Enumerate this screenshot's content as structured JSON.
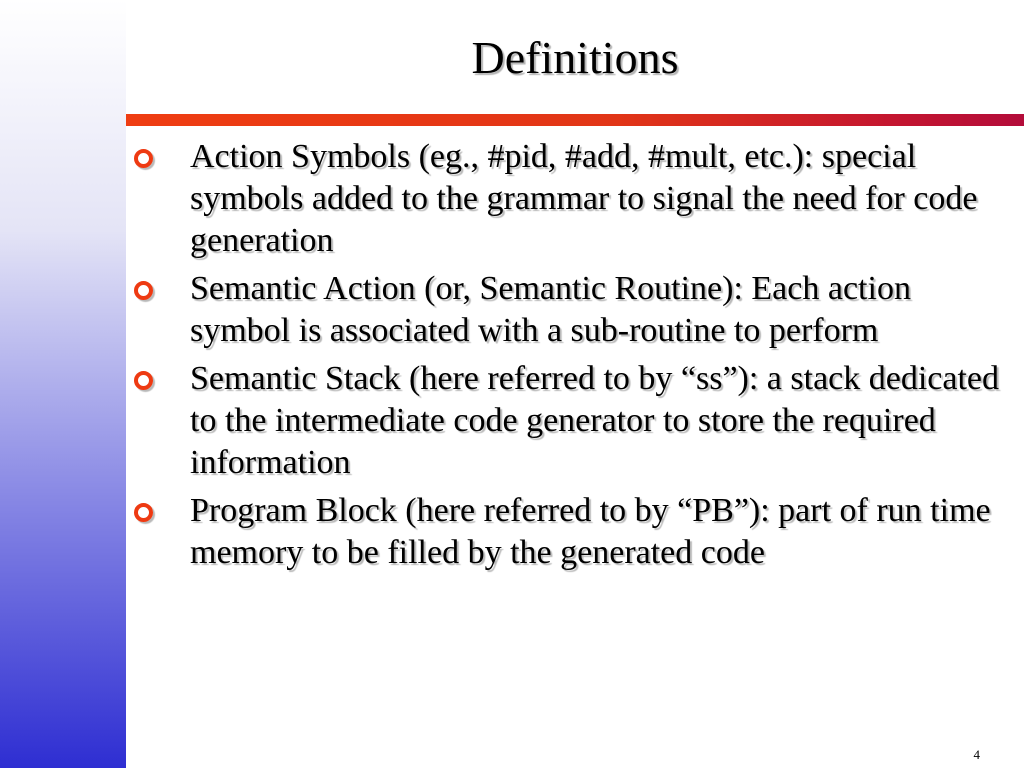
{
  "slide": {
    "title": "Definitions",
    "page_number": "4",
    "bullet_icon": "hollow-circle-bullet",
    "colors": {
      "accent": "#ee3a12",
      "rule_end": "#b30c3a",
      "band_bottom": "#2e2ed2"
    },
    "bullets": [
      {
        "text": "Action Symbols (eg., #pid, #add, #mult, etc.): special symbols added to the grammar to signal the need for code generation"
      },
      {
        "text": "Semantic Action (or, Semantic Routine): Each action symbol is associated with a sub-routine to perform"
      },
      {
        "text": "Semantic Stack (here referred to by “ss”): a stack dedicated to the intermediate code generator to store the required information"
      },
      {
        "text": "Program Block (here referred to by “PB”): part of run time memory to be filled by the generated code"
      }
    ]
  }
}
